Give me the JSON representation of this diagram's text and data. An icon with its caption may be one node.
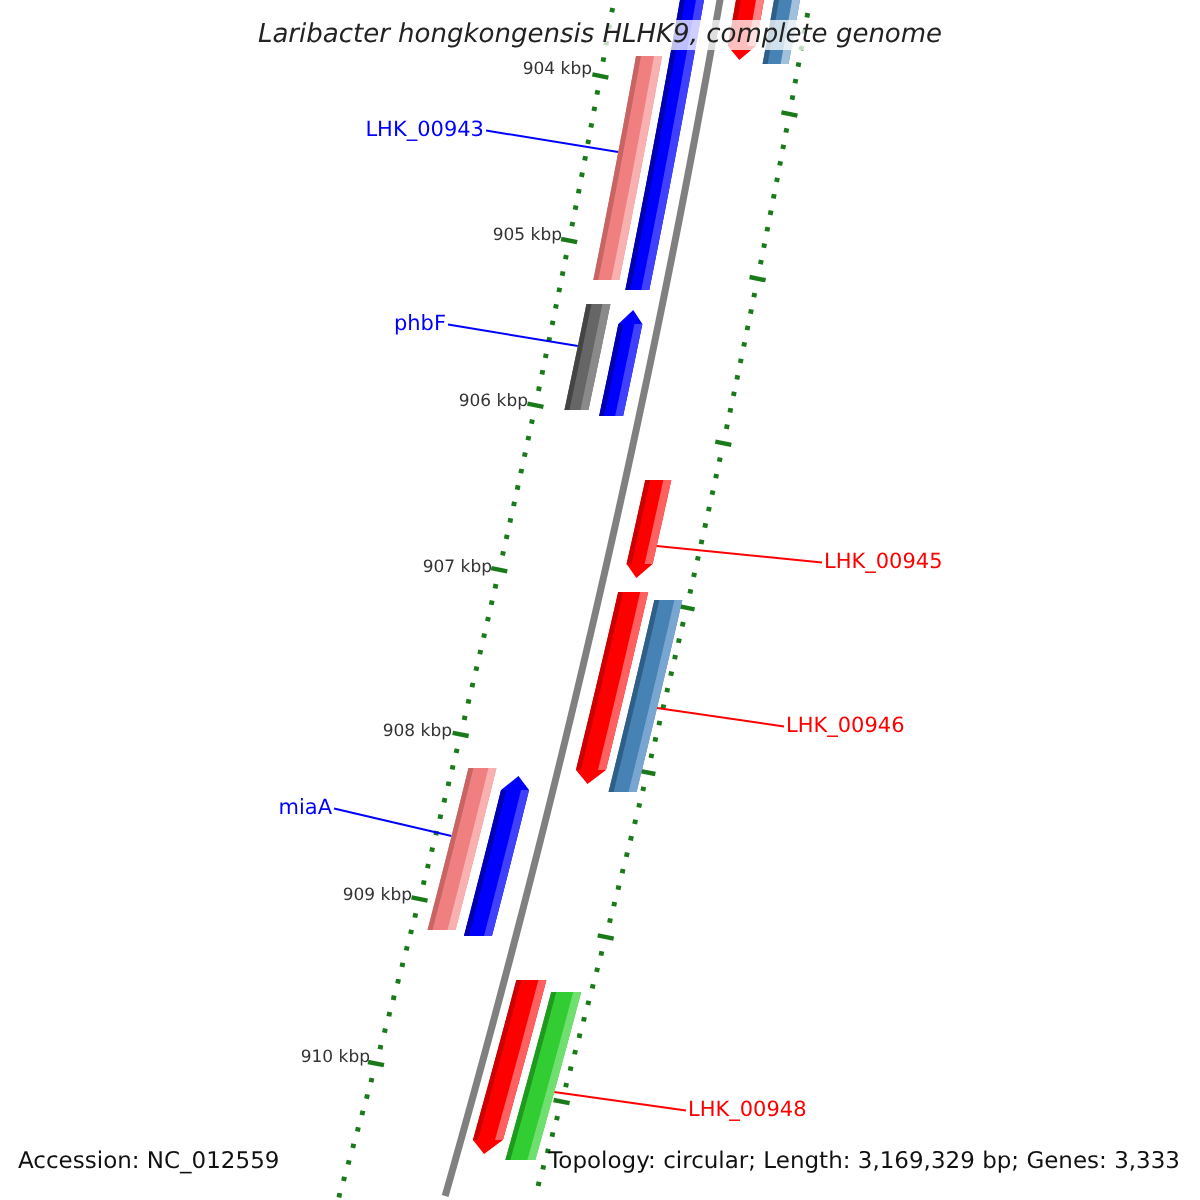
{
  "diagram": {
    "title": "Laribacter hongkongensis HLHK9, complete genome",
    "nodes": [
      {
        "text": [
          "LHK_00943"
        ]
      },
      {
        "text": [
          "phbF"
        ]
      },
      {
        "text": [
          "LHK_00945"
        ]
      },
      {
        "text": [
          "LHK_00946"
        ]
      },
      {
        "text": [
          "miaA"
        ]
      },
      {
        "text": [
          "LHK_00948"
        ]
      },
      {
        "text": [],
        "shape": "bar"
      },
      {
        "text": [],
        "shape": "bar"
      },
      {
        "text": [],
        "shape": "bar"
      },
      {
        "text": [],
        "shape": "bar"
      },
      {
        "text": [],
        "shape": "bar"
      },
      {
        "text": [],
        "shape": "bar"
      }
    ],
    "edges": [
      {
        "from": 0,
        "to": 6,
        "arrow": "none",
        "color": "#0000ff"
      },
      {
        "from": 1,
        "to": 7,
        "arrow": "none",
        "color": "#0000ff"
      },
      {
        "from": 2,
        "to": 8,
        "arrow": "none",
        "color": "#ff0000"
      },
      {
        "from": 3,
        "to": 9,
        "arrow": "none",
        "color": "#ff0000"
      },
      {
        "from": 4,
        "to": 10,
        "arrow": "none",
        "color": "#0000ff"
      },
      {
        "from": 5,
        "to": 11,
        "arrow": "none",
        "color": "#ff0000"
      }
    ],
    "labels": [
      "904 kbp",
      "905 kbp",
      "906 kbp",
      "907 kbp",
      "908 kbp",
      "909 kbp",
      "910 kbp",
      "Accession: NC_012559",
      "Topology: circular; Length: 3,169,329 bp; Genes: 3,333"
    ]
  }
}
